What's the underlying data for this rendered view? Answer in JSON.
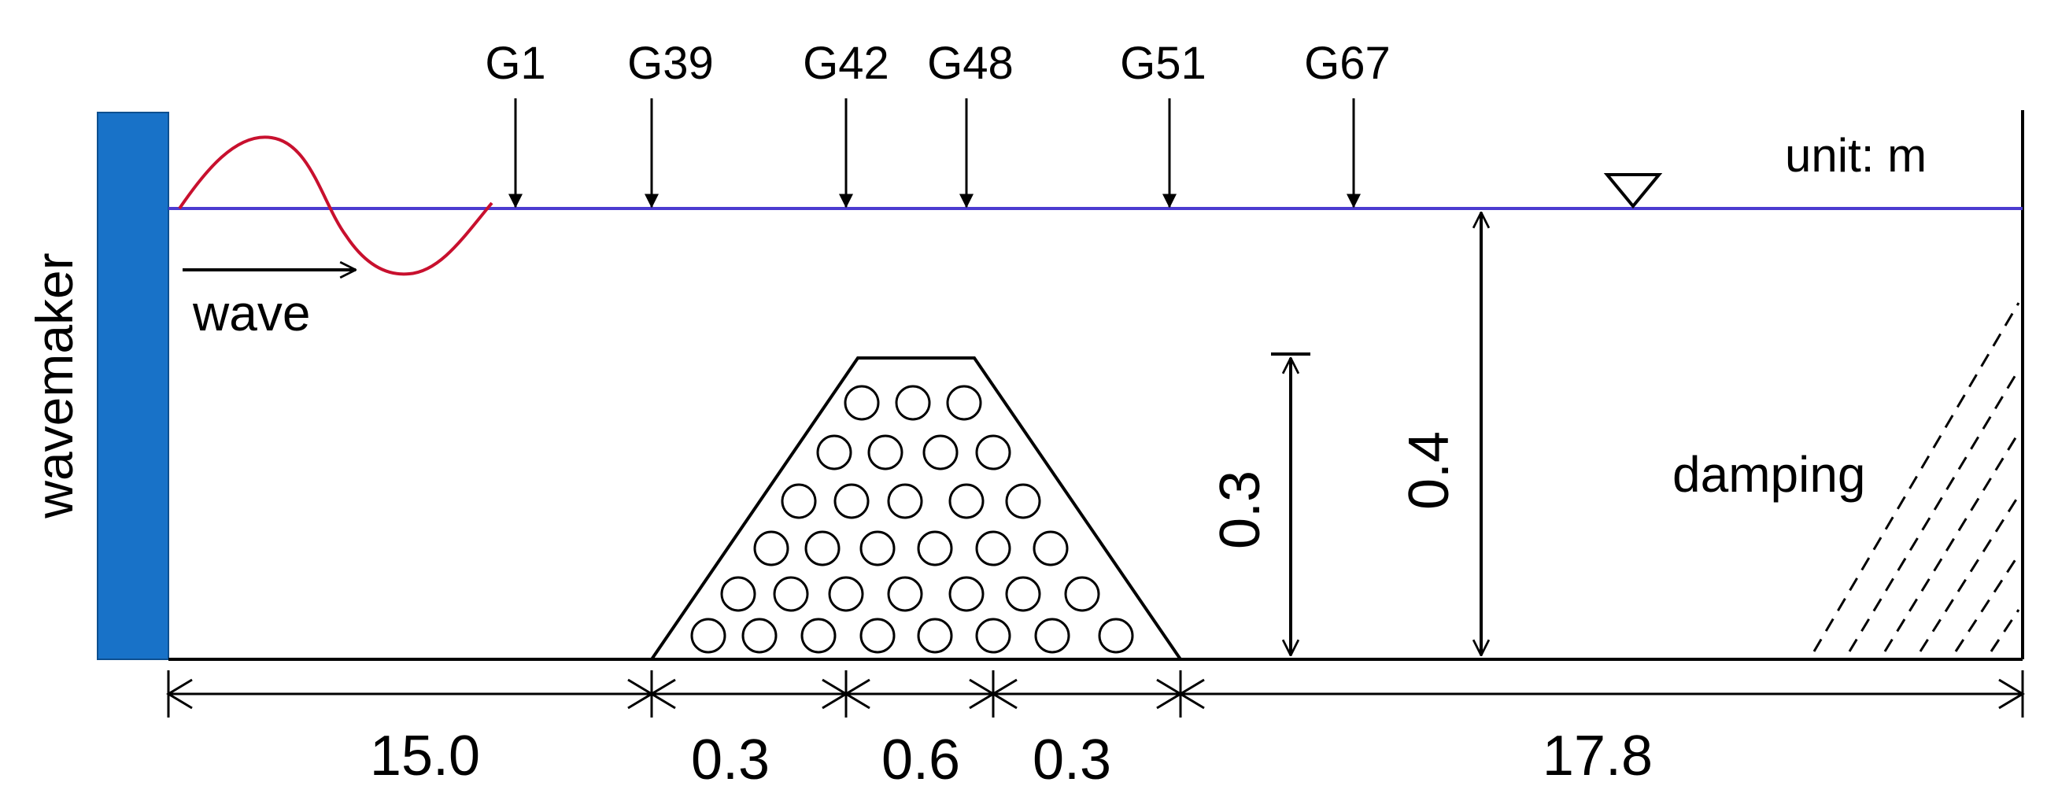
{
  "diagram": {
    "unit_label": "unit: m",
    "wavemaker_label": "wavemaker",
    "wave_label": "wave",
    "damping_label": "damping",
    "gauges": [
      "G1",
      "G39",
      "G42",
      "G48",
      "G51",
      "G67"
    ],
    "height_structure": "0.3",
    "height_water": "0.4",
    "dims": [
      "15.0",
      "0.3",
      "0.6",
      "0.3",
      "17.8"
    ]
  },
  "colors": {
    "wavemaker": "#1872C8",
    "water_line": "#4B3BD0",
    "wave_curve": "#C8102E",
    "ink": "#000000"
  }
}
